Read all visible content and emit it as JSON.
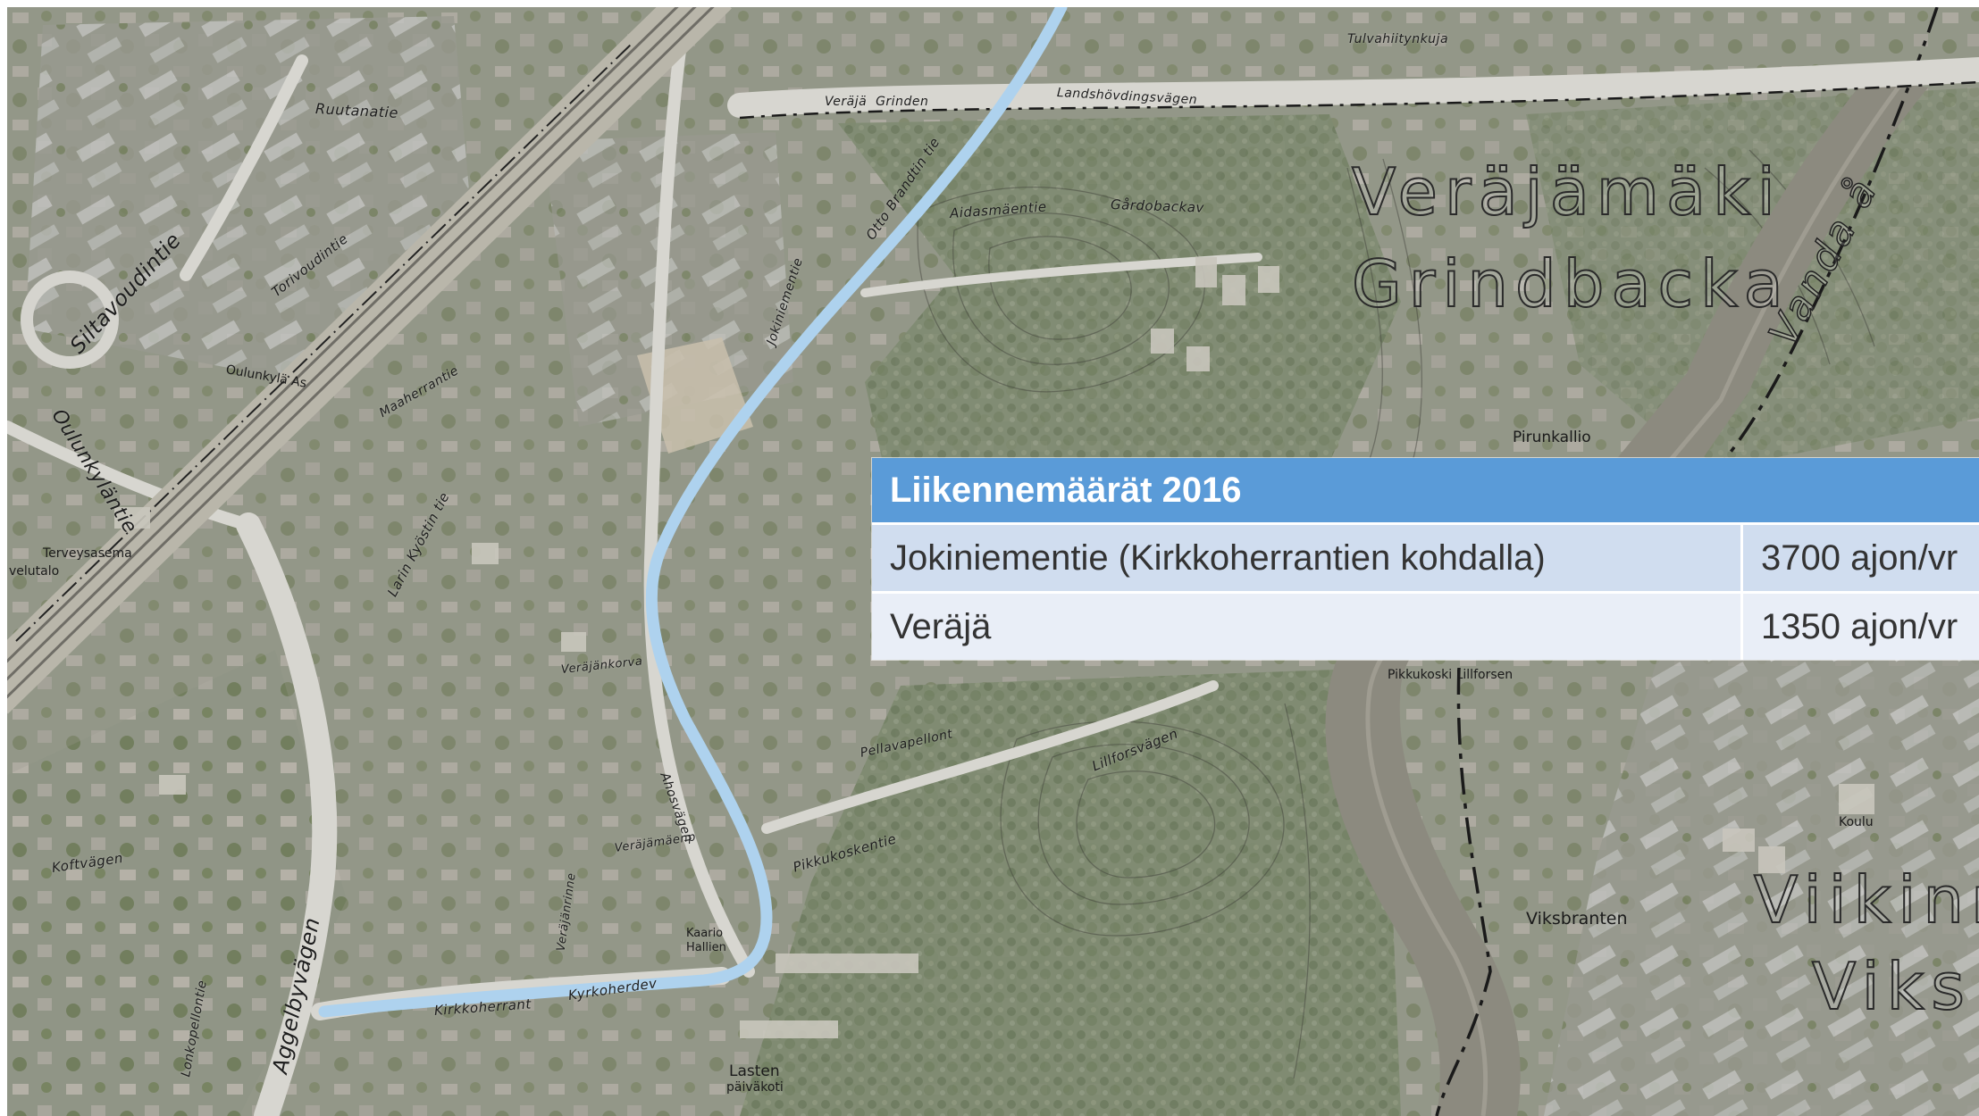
{
  "table": {
    "title": "Liikennemäärät 2016",
    "rows": [
      {
        "name": "Jokiniementie (Kirkkoherrantien kohdalla)",
        "value": "3700 ajon/vr"
      },
      {
        "name": "Veräjä",
        "value": "1350 ajon/vr"
      }
    ]
  },
  "map": {
    "areas": {
      "verajamaki": "Veräjämäki",
      "grindbacka": "Grindbacka",
      "viikinmaki": "Viikinm",
      "viks": "Viks"
    },
    "river": "Vanda å",
    "places": {
      "pirunkallio": "Pirunkallio",
      "viksbranten": "Viksbranten",
      "pikkukoski": "Pikkukoski Lillforsen",
      "terveysasema": "Terveysasema",
      "velutalo": "velutalo",
      "oulunkyla_as": "Oulunkylä As",
      "koulu": "Koulu",
      "lasten": "Lasten",
      "paivakoti": "päiväkoti",
      "kaarlo": "Kaario",
      "hallien": "Hallien"
    },
    "streets": {
      "siltavoudintie": "Siltavoudintie",
      "oulunkylantie": "Oulunkyläntie",
      "agelbyvagen": "Aggelbyvägen",
      "landshovdingsvagen": "Landshövdingsvägen",
      "aidasmaentie": "Aidasmäentie",
      "gardobackav": "Gårdobackav",
      "otto_brandtin_tie": "Otto Brandtin tie",
      "jokiniementie": "Jokiniementie",
      "kirkkoherrant": "Kirkkoherrant",
      "kyrkoherdev": "Kyrkoherdev",
      "pikkukoskentie": "Pikkukoskentie",
      "larin_kyostin_tie": "Larin Kyöstin tie",
      "verajankorva": "Veräjänkorva",
      "ruutanatie": "Ruutanatie",
      "torivoudintie": "Torivoudintie",
      "maaherrantie": "Maaherrantie",
      "lillforsvagen": "Lillforsvägen",
      "pellavapellont": "Pellavapellont",
      "verajamaenp": "Veräjämäenp",
      "koftvagen": "Koftvägen",
      "lonkopellontie": "Lonkopellontie",
      "verajarinne": "Veräjänrinne",
      "tulvahiitynkuja": "Tulvahiitynkuja",
      "veraja_grinden": "Veräjä  Grinden",
      "ahosvagen": "Ahosvägen"
    }
  }
}
